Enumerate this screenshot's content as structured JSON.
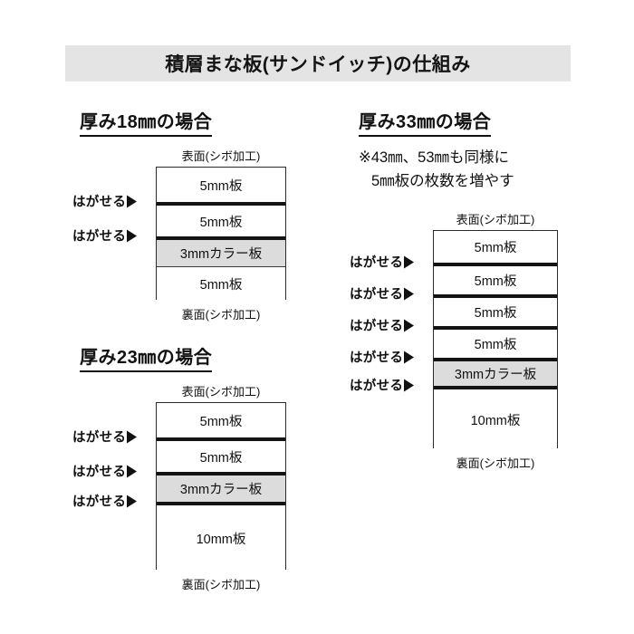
{
  "title": "積層まな板(サンドイッチ)の仕組み",
  "labels": {
    "top_face": "表面(シボ加工)",
    "bottom_face": "裏面(シボ加工)",
    "peelable": "はがせる"
  },
  "colors": {
    "banner_background": "#e4e4e4",
    "color_board_fill": "#dcdcdc",
    "line": "#141414",
    "text": "#111111",
    "page_background": "#ffffff"
  },
  "sections": [
    {
      "heading": "厚み18㎜の場合",
      "note": null,
      "layers": [
        {
          "label": "5mm板",
          "thickness_mm": 5,
          "color_board": false,
          "peel_above": false
        },
        {
          "label": "5mm板",
          "thickness_mm": 5,
          "color_board": false,
          "peel_above": true
        },
        {
          "label": "3mmカラー板",
          "thickness_mm": 3,
          "color_board": true,
          "peel_above": true
        },
        {
          "label": "5mm板",
          "thickness_mm": 5,
          "color_board": false,
          "peel_above": false
        }
      ]
    },
    {
      "heading": "厚み23㎜の場合",
      "note": null,
      "layers": [
        {
          "label": "5mm板",
          "thickness_mm": 5,
          "color_board": false,
          "peel_above": false
        },
        {
          "label": "5mm板",
          "thickness_mm": 5,
          "color_board": false,
          "peel_above": true
        },
        {
          "label": "3mmカラー板",
          "thickness_mm": 3,
          "color_board": true,
          "peel_above": true
        },
        {
          "label": "10mm板",
          "thickness_mm": 10,
          "color_board": false,
          "peel_above": true
        }
      ]
    },
    {
      "heading": "厚み33㎜の場合",
      "note": {
        "line1": "※43㎜、53㎜も同様に",
        "line2": "5㎜板の枚数を増やす"
      },
      "layers": [
        {
          "label": "5mm板",
          "thickness_mm": 5,
          "color_board": false,
          "peel_above": false
        },
        {
          "label": "5mm板",
          "thickness_mm": 5,
          "color_board": false,
          "peel_above": true
        },
        {
          "label": "5mm板",
          "thickness_mm": 5,
          "color_board": false,
          "peel_above": true
        },
        {
          "label": "5mm板",
          "thickness_mm": 5,
          "color_board": false,
          "peel_above": true
        },
        {
          "label": "3mmカラー板",
          "thickness_mm": 3,
          "color_board": true,
          "peel_above": true
        },
        {
          "label": "10mm板",
          "thickness_mm": 10,
          "color_board": false,
          "peel_above": true
        }
      ]
    }
  ]
}
